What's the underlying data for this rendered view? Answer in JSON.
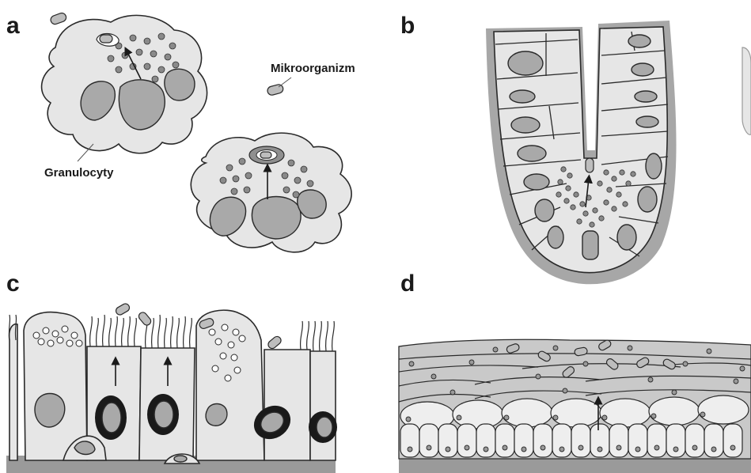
{
  "panels": {
    "a": {
      "letter": "a",
      "microorganism_label": "Mikroorganizm",
      "granulocyte_label": "Granulocyty"
    },
    "b": {
      "letter": "b"
    },
    "c": {
      "letter": "c"
    },
    "d": {
      "letter": "d"
    }
  },
  "colors": {
    "cell_fill": "#e6e6e6",
    "nucleus_fill": "#a9a9a9",
    "granule_fill": "#8a8a8a",
    "basal": "#9a9a9a",
    "outline": "#2a2a2a"
  }
}
